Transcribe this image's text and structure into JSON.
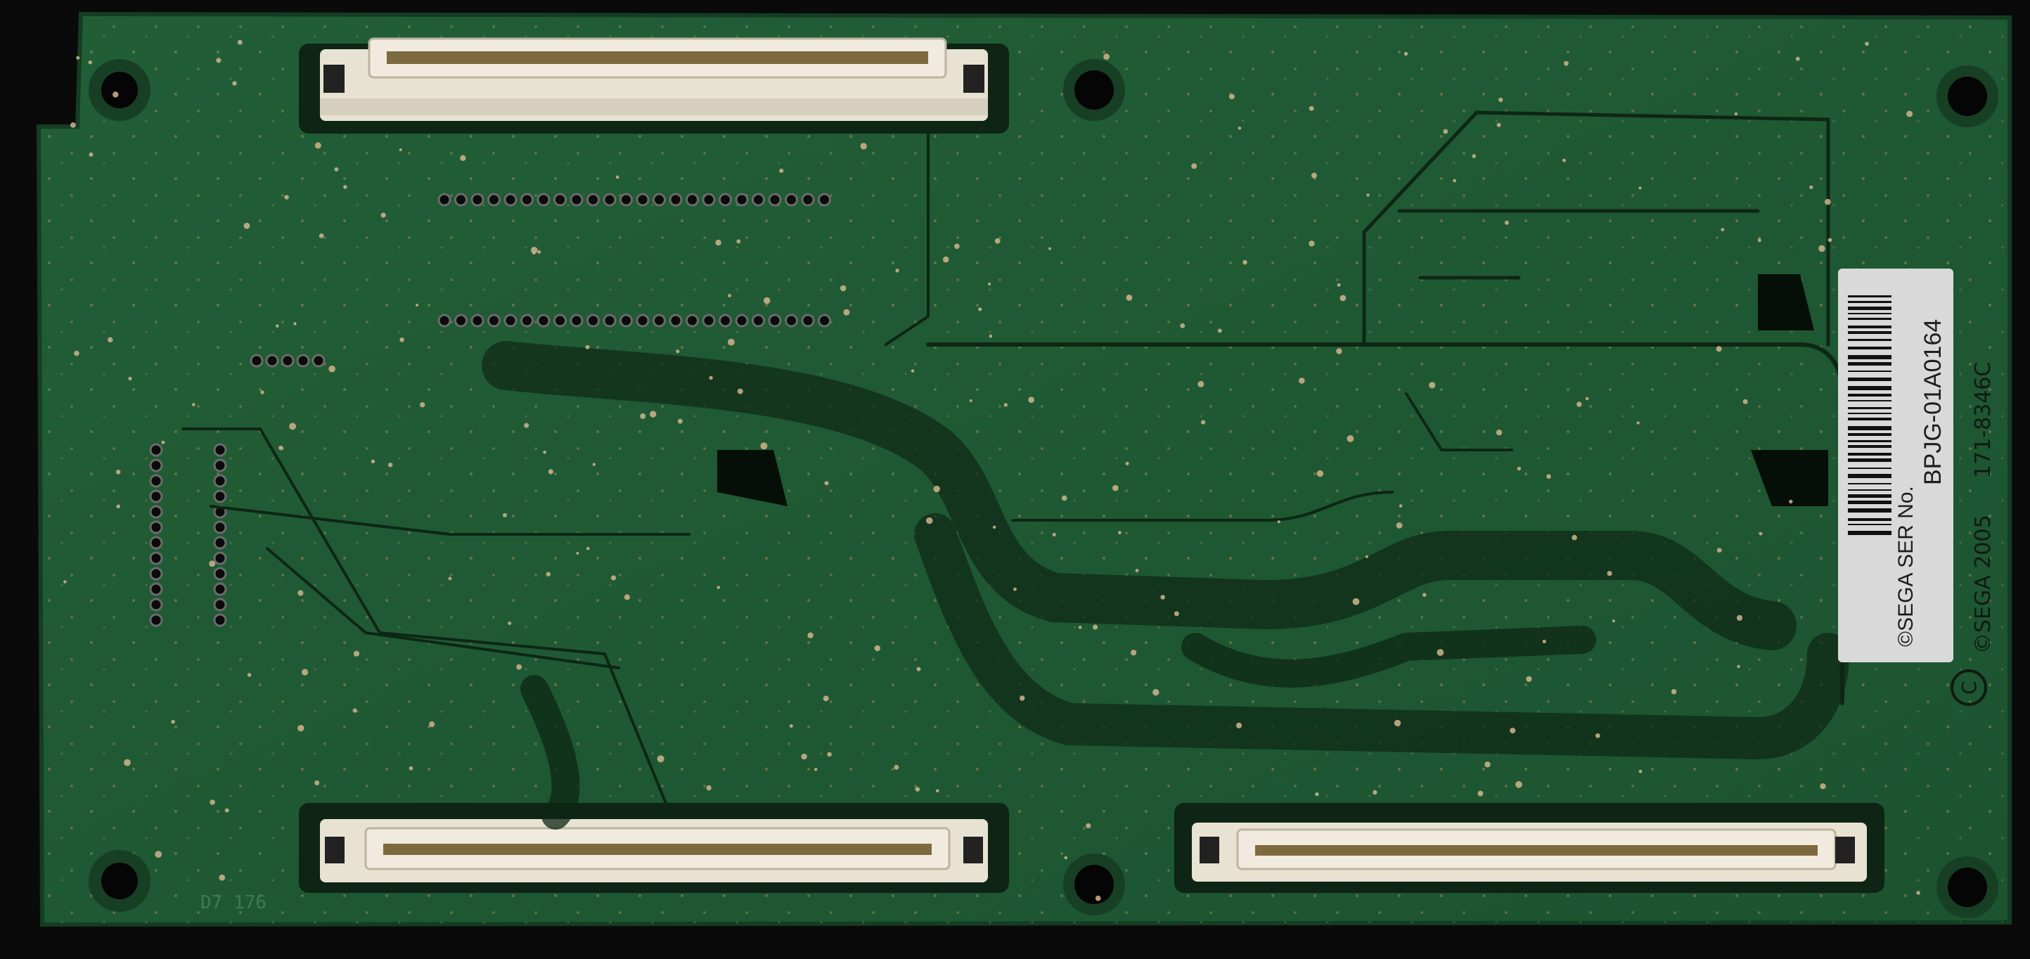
{
  "subject": "circuit-board-underside",
  "colors": {
    "background": "#0a0a0a",
    "pcb": "#1f5a33",
    "pcb_edge": "#163f25",
    "trace": "#0e2614",
    "pad": "#c9a66b",
    "via": "#d2b48c",
    "connector_shell": "#e8e2d2",
    "connector_pins": "#7d6a3e",
    "label": "#d9d9d9"
  },
  "silkscreen": {
    "copyright": "©SEGA 2005",
    "part_number": "171-8346C",
    "circle_c": "C",
    "corner_marking": "D7 176"
  },
  "serial_label": {
    "caption": "©SEGA SER No.",
    "serial": "BPJG-01A0164"
  }
}
